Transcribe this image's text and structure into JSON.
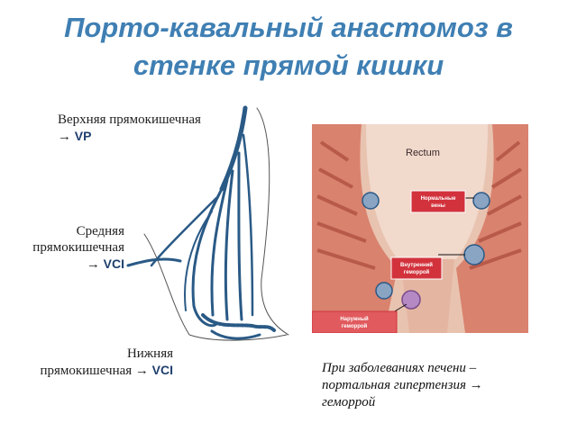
{
  "title": {
    "line1": "Порто-кавальный анастомоз в",
    "line2": "стенке прямой кишки"
  },
  "labels": {
    "upper": {
      "text": "Верхняя прямокишечная",
      "arrow": "→",
      "abbr": "VP"
    },
    "middle": {
      "line1": "Средняя",
      "line2": "прямокишечная",
      "arrow": "→",
      "abbr": "VCI"
    },
    "lower": {
      "line1": "Нижняя",
      "line2": "прямокишечная →",
      "abbr": "VCI"
    }
  },
  "anatomy": {
    "rectum": "Rectum",
    "normal_veins": [
      "Нормальные",
      "вены"
    ],
    "internal": [
      "Внутренний",
      "геморрой"
    ],
    "external": [
      "Наружный",
      "геморрой"
    ]
  },
  "note": {
    "line1": "При заболеваниях печени –",
    "line2": "портальная гипертензия →",
    "line3": "геморрой"
  },
  "colors": {
    "title": "#3f7fb3",
    "vessel": "#2a5a86",
    "tissue": "#d9826e",
    "label_box": "#d2323c"
  }
}
